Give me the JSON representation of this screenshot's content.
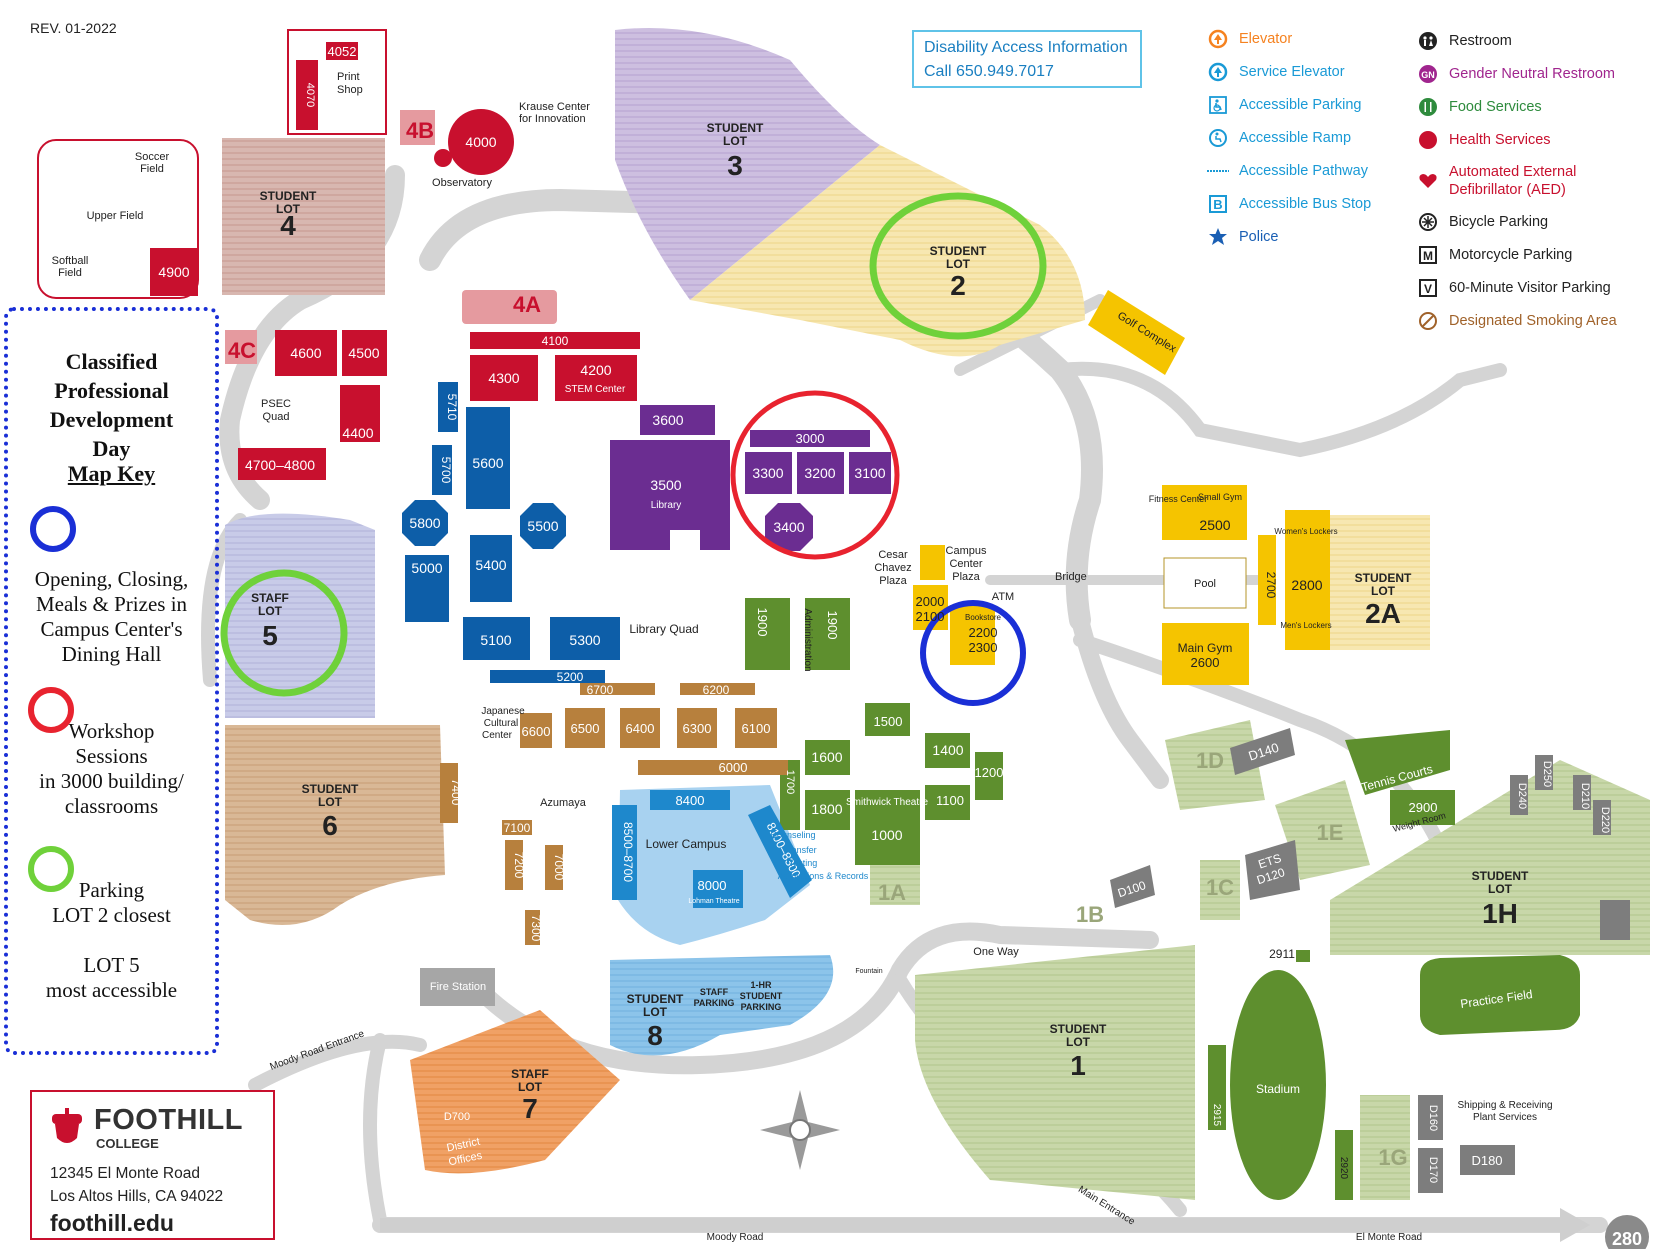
{
  "revision": "REV. 01-2022",
  "access_info": {
    "line1": "Disability Access Information",
    "line2": "Call 650.949.7017"
  },
  "legend": {
    "col1": [
      {
        "icon": "elevator-icon",
        "label": "Elevator",
        "color": "#f58220"
      },
      {
        "icon": "service-elevator-icon",
        "label": "Service Elevator",
        "color": "#1a9ad6"
      },
      {
        "icon": "accessible-parking-icon",
        "label": "Accessible Parking",
        "color": "#1a9ad6"
      },
      {
        "icon": "accessible-ramp-icon",
        "label": "Accessible Ramp",
        "color": "#1a9ad6"
      },
      {
        "icon": "accessible-pathway-icon",
        "label": "Accessible Pathway",
        "color": "#1a9ad6"
      },
      {
        "icon": "accessible-bus-stop-icon",
        "label": "Accessible Bus Stop",
        "color": "#1a9ad6"
      },
      {
        "icon": "police-icon",
        "label": "Police",
        "color": "#1a5fb4"
      }
    ],
    "col2": [
      {
        "icon": "restroom-icon",
        "label": "Restroom",
        "color": "#222222"
      },
      {
        "icon": "gender-neutral-restroom-icon",
        "label": "Gender Neutral Restroom",
        "color": "#a0258e"
      },
      {
        "icon": "food-services-icon",
        "label": "Food Services",
        "color": "#2e8b3d"
      },
      {
        "icon": "health-services-icon",
        "label": "Health Services",
        "color": "#c8102e"
      },
      {
        "icon": "aed-icon",
        "label": "Automated External",
        "label2": "Defibrillator (AED)",
        "color": "#c8102e"
      },
      {
        "icon": "bicycle-parking-icon",
        "label": "Bicycle Parking",
        "color": "#222222"
      },
      {
        "icon": "motorcycle-parking-icon",
        "label": "Motorcycle Parking",
        "color": "#222222"
      },
      {
        "icon": "visitor-parking-icon",
        "label": "60-Minute Visitor Parking",
        "color": "#222222"
      },
      {
        "icon": "smoking-area-icon",
        "label": "Designated Smoking Area",
        "color": "#a0622a"
      }
    ]
  },
  "map_key": {
    "title_lines": [
      "Classified",
      "Professional",
      "Development",
      "Day"
    ],
    "subtitle": "Map Key",
    "blue_lines": [
      "Opening, Closing,",
      "Meals & Prizes in",
      "Campus Center's",
      "Dining Hall"
    ],
    "red_lines": [
      "Workshop",
      "Sessions",
      "in 3000 building/",
      "classrooms"
    ],
    "green_lines": [
      "Parking",
      "LOT 2 closest"
    ],
    "lot5_lines": [
      "LOT 5",
      "most accessible"
    ],
    "blue": "#1a2fd6",
    "red": "#e8232f",
    "green": "#6fd13a"
  },
  "footer": {
    "name": "FOOTHILL",
    "sub": "COLLEGE",
    "addr1": "12345 El Monte Road",
    "addr2": "Los Altos Hills, CA 94022",
    "web": "foothill.edu"
  },
  "highway": "280",
  "colors": {
    "crimson": "#c8102e",
    "blue": "#0d5ea8",
    "purple": "#6b2d91",
    "olive": "#5e8f2e",
    "tan": "#b7803d",
    "lightblue": "#6fb7e3",
    "yellow": "#f5c400",
    "gray": "#7d7d7d",
    "road": "#d9d9d9"
  },
  "lots": [
    {
      "id": "lot-4",
      "label": "STUDENT LOT",
      "num": "4"
    },
    {
      "id": "lot-3",
      "label": "STUDENT LOT",
      "num": "3"
    },
    {
      "id": "lot-2",
      "label": "STUDENT LOT",
      "num": "2"
    },
    {
      "id": "lot-2a",
      "label": "STUDENT LOT",
      "num": "2A"
    },
    {
      "id": "lot-5",
      "label": "STAFF LOT",
      "num": "5"
    },
    {
      "id": "lot-6",
      "label": "STUDENT LOT",
      "num": "6"
    },
    {
      "id": "lot-7",
      "label": "STAFF LOT",
      "num": "7"
    },
    {
      "id": "lot-8",
      "label": "STUDENT LOT",
      "num": "8"
    },
    {
      "id": "lot-1",
      "label": "STUDENT LOT",
      "num": "1"
    },
    {
      "id": "lot-1h",
      "label": "STUDENT LOT",
      "num": "1H"
    }
  ],
  "small_lots": [
    "4A",
    "4B",
    "4C",
    "1A",
    "1B",
    "1C",
    "1D",
    "1E",
    "1G"
  ],
  "buildings": {
    "crimson": [
      "4052",
      "4070",
      "4000",
      "4900",
      "4600",
      "4500",
      "4300",
      "4100",
      "4200",
      "4400",
      "4700–4800"
    ],
    "blue": [
      "5710",
      "5700",
      "5600",
      "5800",
      "5500",
      "5000",
      "5400",
      "5100",
      "5300",
      "5200"
    ],
    "purple": [
      "3600",
      "3500",
      "3000",
      "3300",
      "3200",
      "3100",
      "3400"
    ],
    "olive": [
      "1900",
      "1900",
      "1500",
      "1600",
      "1400",
      "1200",
      "1700",
      "1800",
      "1100",
      "1000",
      "2900"
    ],
    "tan": [
      "6700",
      "6200",
      "6600",
      "6500",
      "6400",
      "6300",
      "6100",
      "6000",
      "7400",
      "7100",
      "7200",
      "7000",
      "7300"
    ],
    "lightblue": [
      "8400",
      "8500–8700",
      "8100–8300",
      "8000"
    ],
    "yellow": [
      "2500",
      "2700",
      "2800",
      "2600",
      "2000",
      "2100",
      "2200",
      "2300"
    ],
    "gray": [
      "D140",
      "D240",
      "D250",
      "D210",
      "D220",
      "D120",
      "D100",
      "D160",
      "D170",
      "D180",
      "D700"
    ]
  },
  "labels": {
    "print_shop": "Print Shop",
    "soccer": "Soccer Field",
    "upper_field": "Upper Field",
    "softball": "Softball Field",
    "krause": "Krause Center for Innovation",
    "observatory": "Observatory",
    "psec": "PSEC Quad",
    "stem": "STEM Center",
    "library": "Library",
    "library_quad": "Library Quad",
    "administration": "Administration",
    "cesar": "Cesar Chavez Plaza",
    "campus_center": "Campus Center Plaza",
    "bridge": "Bridge",
    "atm": "ATM",
    "bookstore": "Bookstore",
    "golf": "Golf Complex",
    "fitness": "Fitness Center",
    "small_gym": "Small Gym",
    "womens": "Women's Lockers",
    "mens": "Men's Lockers",
    "pool": "Pool",
    "main_gym": "Main Gym",
    "japanese": "Japanese Cultural Center",
    "azumaya": "Azumaya",
    "lower_campus": "Lower Campus",
    "lohman": "Lohman Theatre",
    "counseling": "Counseling",
    "transfer": "Transfer",
    "testing": "Testing",
    "admissions": "Admissions & Records",
    "smithwick": "Smithwick Theatre",
    "tennis": "Tennis Courts",
    "weight_room": "Weight Room",
    "ets": "ETS",
    "one_way": "One Way",
    "fountain": "Fountain",
    "fire": "Fire Station",
    "staff_parking": "STAFF PARKING",
    "hr_parking": "1-HR STUDENT PARKING",
    "stadium": "Stadium",
    "practice": "Practice Field",
    "shipping": "Shipping & Receiving Plant Services",
    "district": "District Offices",
    "moody_entrance": "Moody Road Entrance",
    "moody_road": "Moody Road",
    "main_entrance": "Main Entrance",
    "el_monte": "El Monte Road",
    "n2911": "2911",
    "n2915": "2915",
    "n2920": "2920"
  }
}
